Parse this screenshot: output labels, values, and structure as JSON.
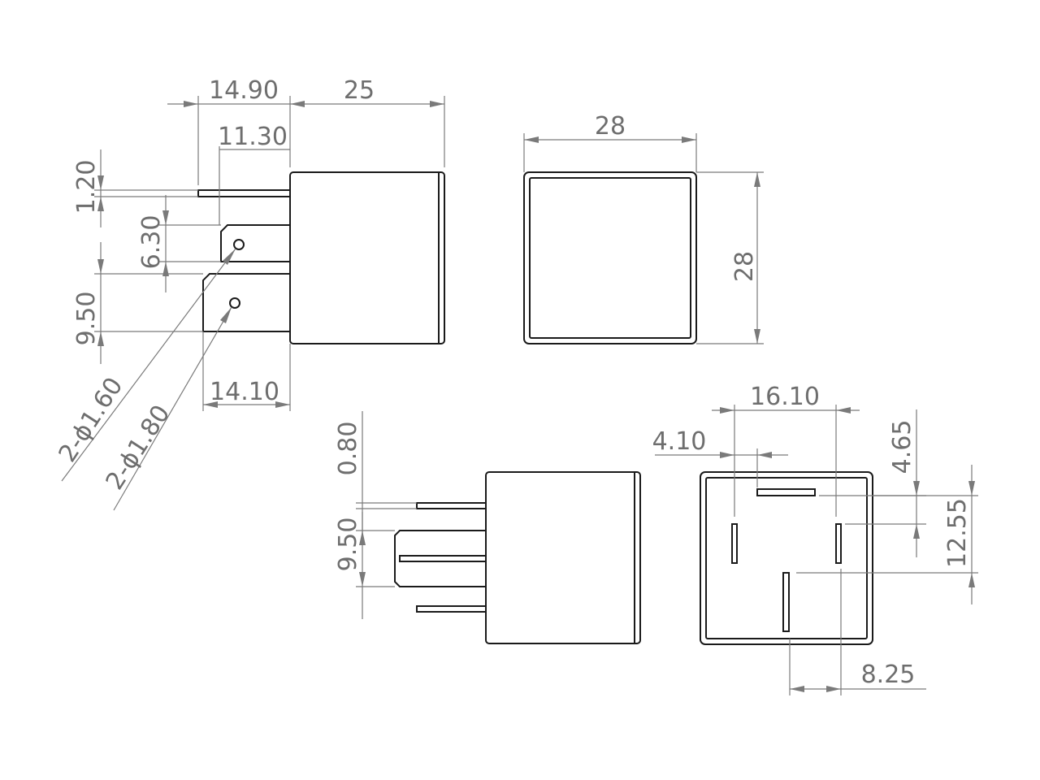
{
  "dimensions": {
    "side_top_offset": "14.90",
    "side_body_width": "25",
    "side_pin_length": "11.30",
    "side_pin_thickness": "1.20",
    "side_terminal_gap": "6.30",
    "side_terminal_pitch": "9.50",
    "side_terminal_length": "14.10",
    "hole_small": "2-ϕ1.60",
    "hole_large": "2-ϕ1.80",
    "front_width": "28",
    "front_height": "28",
    "bottom_pin_thickness": "0.80",
    "bottom_terminal_pitch": "9.50",
    "base_pin_spacing": "16.10",
    "base_pin_offset": "4.10",
    "base_top_offset": "4.65",
    "base_vertical_spacing": "12.55",
    "base_center_offset": "8.25"
  },
  "colors": {
    "part_outline": "#1a1a1a",
    "dimension": "#7a7a7a",
    "text": "#6e6e6e"
  }
}
